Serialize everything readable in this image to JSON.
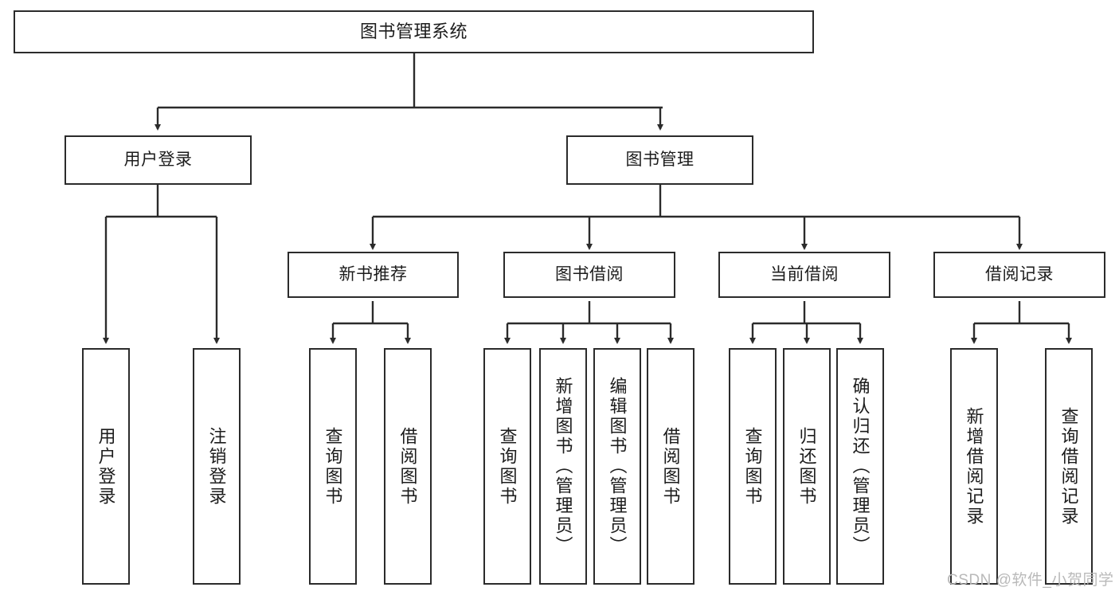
{
  "diagram": {
    "type": "tree-hierarchy",
    "title": "图书管理系统",
    "watermark": "CSDN @软件_小贺同学",
    "levels": {
      "root": {
        "label": "图书管理系统"
      },
      "level2": [
        {
          "label": "用户登录"
        },
        {
          "label": "图书管理"
        }
      ],
      "level3": [
        {
          "label": "新书推荐"
        },
        {
          "label": "图书借阅"
        },
        {
          "label": "当前借阅"
        },
        {
          "label": "借阅记录"
        }
      ],
      "leaves_user_login": [
        {
          "label": "用户登录"
        },
        {
          "label": "注销登录"
        }
      ],
      "leaves_new_book": [
        {
          "label": "查询图书"
        },
        {
          "label": "借阅图书"
        }
      ],
      "leaves_borrow": [
        {
          "label": "查询图书"
        },
        {
          "label": "新增图书（管理员）"
        },
        {
          "label": "编辑图书（管理员）"
        },
        {
          "label": "借阅图书"
        }
      ],
      "leaves_current": [
        {
          "label": "查询图书"
        },
        {
          "label": "归还图书"
        },
        {
          "label": "确认归还（管理员）"
        }
      ],
      "leaves_record": [
        {
          "label": "新增借阅记录"
        },
        {
          "label": "查询借阅记录"
        }
      ]
    },
    "colors": {
      "stroke": "#2b2b2b",
      "fill": "#ffffff",
      "text": "#1c1c1c",
      "watermark": "#b9b9b9"
    }
  }
}
